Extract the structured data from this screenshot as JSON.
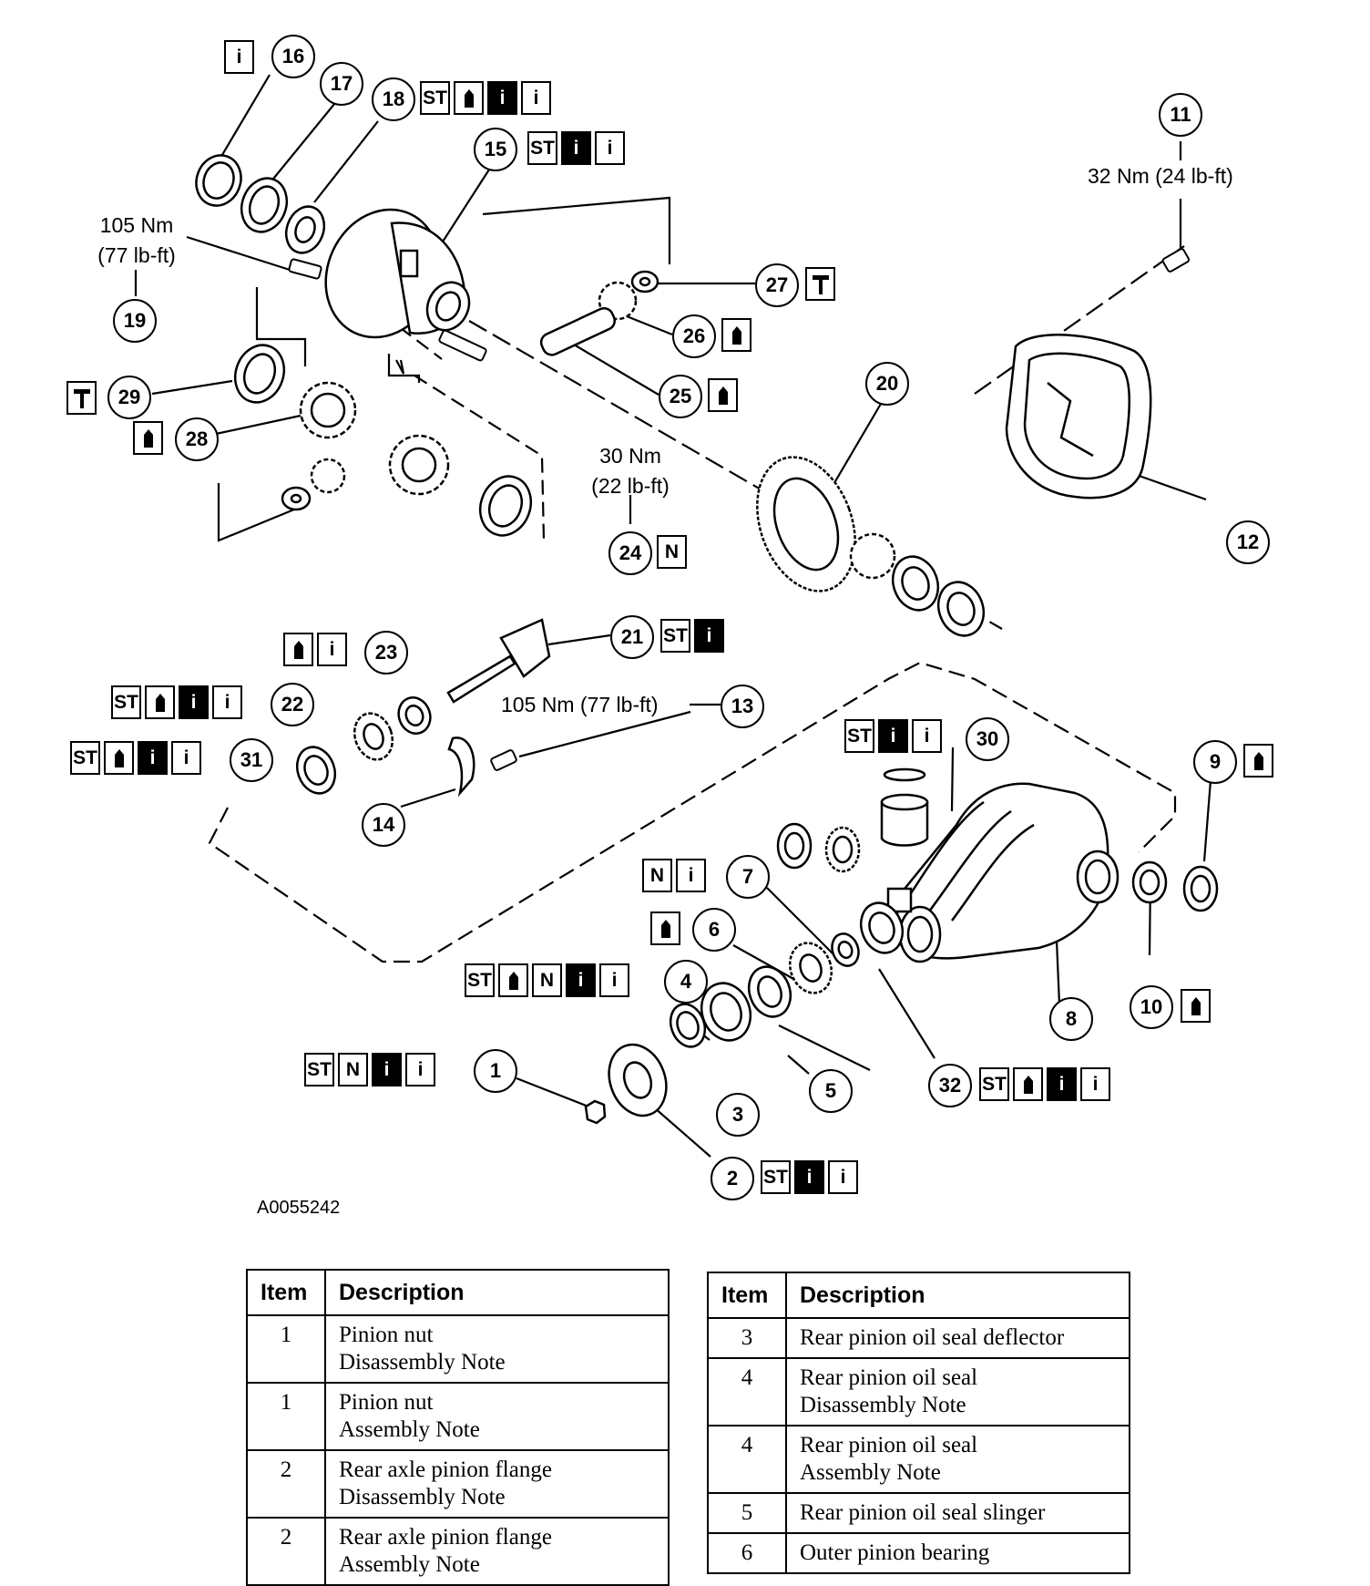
{
  "reference": "A0055242",
  "torques": {
    "t19": [
      "105 Nm",
      "(77 lb-ft)"
    ],
    "t11": "32 Nm (24 lb-ft)",
    "t24": [
      "30 Nm",
      "(22 lb-ft)"
    ],
    "t13": "105 Nm (77 lb-ft)"
  },
  "callouts": {
    "c1": "1",
    "c2": "2",
    "c3": "3",
    "c4": "4",
    "c5": "5",
    "c6": "6",
    "c7": "7",
    "c8": "8",
    "c9": "9",
    "c10": "10",
    "c11": "11",
    "c12": "12",
    "c13": "13",
    "c14": "14",
    "c15": "15",
    "c16": "16",
    "c17": "17",
    "c18": "18",
    "c19": "19",
    "c20": "20",
    "c21": "21",
    "c22": "22",
    "c23": "23",
    "c24": "24",
    "c25": "25",
    "c26": "26",
    "c27": "27",
    "c28": "28",
    "c29": "29",
    "c30": "30",
    "c31": "31",
    "c32": "32"
  },
  "icon_legend": {
    "st": "ST",
    "n": "N",
    "info": "i",
    "lube": "grease-icon",
    "oil": "oil-can-icon",
    "hammer": "hammer-icon"
  },
  "tables": {
    "left": {
      "headers": [
        "Item",
        "Description"
      ],
      "rows": [
        {
          "item": "1",
          "desc": [
            "Pinion nut",
            "Disassembly Note"
          ]
        },
        {
          "item": "1",
          "desc": [
            "Pinion nut",
            "Assembly Note"
          ]
        },
        {
          "item": "2",
          "desc": [
            "Rear axle pinion flange",
            "Disassembly Note"
          ]
        },
        {
          "item": "2",
          "desc": [
            "Rear axle pinion flange",
            "Assembly Note"
          ]
        }
      ]
    },
    "right": {
      "headers": [
        "Item",
        "Description"
      ],
      "rows": [
        {
          "item": "3",
          "desc": [
            "Rear pinion oil seal deflector"
          ]
        },
        {
          "item": "4",
          "desc": [
            "Rear pinion oil seal",
            "Disassembly Note"
          ]
        },
        {
          "item": "4",
          "desc": [
            "Rear pinion oil seal",
            "Assembly Note"
          ]
        },
        {
          "item": "5",
          "desc": [
            "Rear pinion oil seal slinger"
          ]
        },
        {
          "item": "6",
          "desc": [
            "Outer pinion bearing"
          ]
        }
      ]
    }
  }
}
